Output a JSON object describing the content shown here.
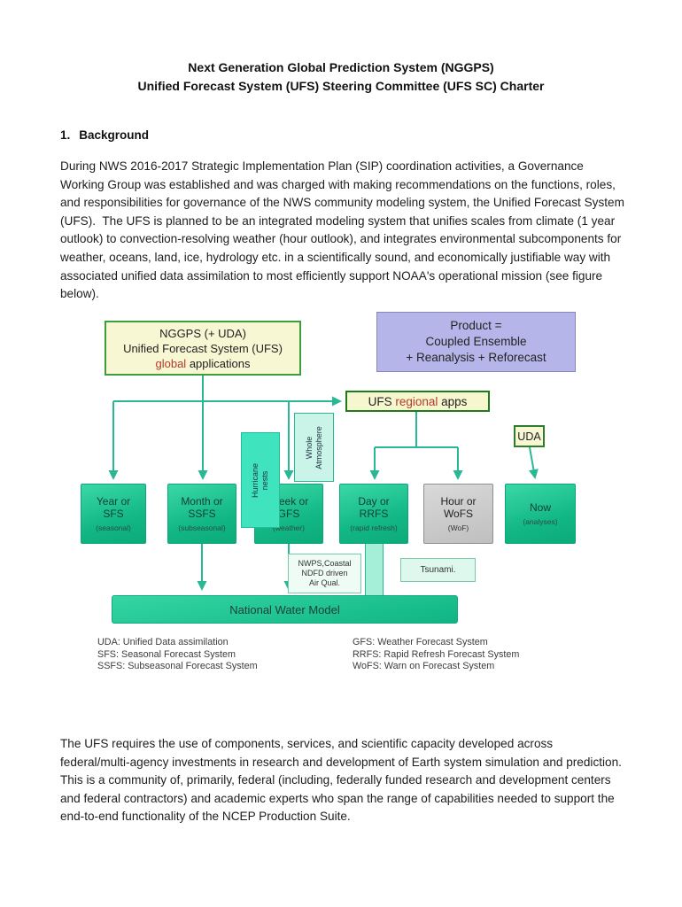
{
  "doc": {
    "title1": "Next Generation Global Prediction System (NGGPS)",
    "title2": "Unified Forecast System (UFS) Steering Committee (UFS SC) Charter",
    "section1": {
      "number": "1.",
      "heading": "Background"
    },
    "paragraph1": "During NWS 2016-2017 Strategic Implementation Plan (SIP) coordination activities, a Governance Working Group was established and was charged with making recommendations on the functions, roles, and responsibilities for governance of the NWS community modeling system, the Unified Forecast System (UFS).  The UFS is planned to be an integrated modeling system that unifies scales from climate (1 year outlook) to convection-resolving weather (hour outlook), and integrates environmental subcomponents for weather, oceans, land, ice, hydrology etc. in a scientifically sound, and economically justifiable way with associated unified data assimilation to most efficiently support NOAA's operational mission (see figure below).",
    "paragraph2": "The UFS requires the use of components, services, and scientific capacity developed across federal/multi-agency investments in research and development of Earth system simulation and prediction.  This is a community of, primarily, federal (including, federally funded research and development centers and federal contractors) and academic experts who span the range of capabilities needed to support the end-to-end functionality of the NCEP Production Suite."
  },
  "figure": {
    "nggps_box": {
      "line1": "NGGPS (+ UDA)",
      "line2": "Unified Forecast System (UFS)",
      "line3_red": "global",
      "line3_rest": " applications"
    },
    "product_box": {
      "line1": "Product =",
      "line2": "Coupled Ensemble",
      "line3": "+ Reanalysis + Reforecast"
    },
    "regional_box": {
      "pre": "UFS ",
      "red": "regional",
      "post": " apps"
    },
    "uda_box": "UDA",
    "hurricane_box": {
      "line1": "Hurricane",
      "line2": "nests"
    },
    "whole_box": {
      "line1": "Whole",
      "line2": "Atmosphere"
    },
    "row": [
      {
        "line1": "Year or",
        "line2": "SFS",
        "sub": "(seasonal)"
      },
      {
        "line1": "Month or",
        "line2": "SSFS",
        "sub": "(subseasonal)"
      },
      {
        "line1": "Week or",
        "line2": "GFS",
        "sub": "(weather)"
      },
      {
        "line1": "Day or",
        "line2": "RRFS",
        "sub": "(rapid refresh)"
      },
      {
        "line1": "Hour or",
        "line2": "WoFS",
        "sub": "(WoF)"
      },
      {
        "line1": "Now",
        "line2": "",
        "sub": "(analyses)"
      }
    ],
    "nwps_box": {
      "line1": "NWPS,Coastal",
      "line2": "NDFD driven",
      "line3": "Air Qual."
    },
    "tsunami_box": "Tsunami.",
    "nwm_bar": "National Water Model",
    "legend_left": [
      "UDA: Unified Data assimilation",
      "SFS: Seasonal Forecast System",
      "SSFS: Subseasonal Forecast System"
    ],
    "legend_right": [
      "GFS: Weather Forecast System",
      "RRFS: Rapid Refresh Forecast System",
      "WoFS: Warn on Forecast System"
    ],
    "colors": {
      "emerald_box": "#12b886",
      "arrow_green": "#2ab795",
      "pale_yellow_box": "#f7f7d2",
      "green_border": "#3c9e3c",
      "dark_green_border": "#1d7a1d",
      "lavender_box": "#b6b5e9",
      "gray_box": "#c9c9c9",
      "turquoise_box": "#3fe3bd",
      "pale_mint_box": "#c9f4e7",
      "red_text": "#b33a2a"
    }
  }
}
